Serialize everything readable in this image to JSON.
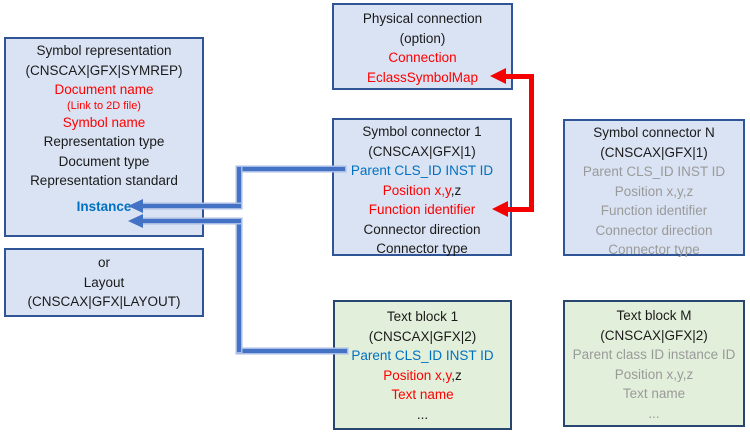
{
  "colors": {
    "red_text": "#FF0000",
    "blue_text": "#0070C0",
    "gray_text": "#9A9A9A",
    "black_text": "#1A1A1A",
    "blue_box_fill": "#DAE3F3",
    "blue_box_border": "#2F5597",
    "green_box_fill": "#E2EFDA",
    "green_box_border": "#28466F",
    "connector_blue": "#4472C4",
    "connector_red": "#F40000"
  },
  "boxes": {
    "symbol_representation": {
      "lines": [
        {
          "text": "Symbol representation",
          "color": "black"
        },
        {
          "text": "(CNSCAX|GFX|SYMREP)",
          "color": "black"
        },
        {
          "text": "Document name",
          "color": "red"
        },
        {
          "text": "(Link to 2D file)",
          "color": "red"
        },
        {
          "text": "Symbol name",
          "color": "red"
        },
        {
          "text": "Representation type",
          "color": "black"
        },
        {
          "text": "Document type",
          "color": "black"
        },
        {
          "text": "Representation standard",
          "color": "black"
        },
        {
          "text": "Instance",
          "color": "blue-bold"
        }
      ]
    },
    "layout": {
      "lines": [
        {
          "text": "or",
          "color": "black"
        },
        {
          "text": "Layout",
          "color": "black"
        },
        {
          "text": "(CNSCAX|GFX|LAYOUT)",
          "color": "black"
        }
      ]
    },
    "physical_connection": {
      "lines": [
        {
          "text": "Physical connection",
          "color": "black"
        },
        {
          "text": "(option)",
          "color": "black"
        },
        {
          "text": "Connection",
          "color": "red"
        },
        {
          "text": "EclassSymbolMap",
          "color": "red"
        }
      ]
    },
    "symbol_connector_1": {
      "lines": [
        {
          "text": "Symbol connector 1",
          "color": "black"
        },
        {
          "text": "(CNSCAX|GFX|1)",
          "color": "black"
        },
        {
          "text": "Parent CLS_ID INST ID",
          "color": "blue"
        },
        {
          "parts": [
            {
              "text": "Position x,y",
              "color": "red"
            },
            {
              "text": ",z",
              "color": "black"
            }
          ]
        },
        {
          "text": "Function identifier",
          "color": "red"
        },
        {
          "text": "Connector direction",
          "color": "black"
        },
        {
          "text": "Connector type",
          "color": "black"
        }
      ]
    },
    "symbol_connector_n": {
      "lines": [
        {
          "text": "Symbol connector N",
          "color": "black"
        },
        {
          "text": "(CNSCAX|GFX|1)",
          "color": "black"
        },
        {
          "text": "Parent CLS_ID INST ID",
          "color": "gray"
        },
        {
          "text": "Position x,y,z",
          "color": "gray"
        },
        {
          "text": "Function identifier",
          "color": "gray"
        },
        {
          "text": "Connector direction",
          "color": "gray"
        },
        {
          "text": "Connector type",
          "color": "gray"
        }
      ]
    },
    "text_block_1": {
      "lines": [
        {
          "text": "Text block 1",
          "color": "black"
        },
        {
          "text": "(CNSCAX|GFX|2)",
          "color": "black"
        },
        {
          "text": "Parent CLS_ID INST ID",
          "color": "blue"
        },
        {
          "parts": [
            {
              "text": "Position x,y",
              "color": "red"
            },
            {
              "text": ",z",
              "color": "black"
            }
          ]
        },
        {
          "text": "Text name",
          "color": "red"
        },
        {
          "text": "...",
          "color": "black"
        }
      ]
    },
    "text_block_m": {
      "lines": [
        {
          "text": "Text block M",
          "color": "black"
        },
        {
          "text": "(CNSCAX|GFX|2)",
          "color": "black"
        },
        {
          "text": "Parent class ID instance ID",
          "color": "gray"
        },
        {
          "text": "Position x,y,z",
          "color": "gray"
        },
        {
          "text": "Text name",
          "color": "gray"
        },
        {
          "text": "...",
          "color": "gray"
        }
      ]
    }
  },
  "connectors": [
    {
      "name": "symbol-connector-1-parent-to-instance",
      "color": "#4472C4",
      "from": "Symbol connector 1 / Parent CLS_ID INST ID",
      "to": "Symbol representation / Instance",
      "heads": 1
    },
    {
      "name": "text-block-1-parent-to-instance",
      "color": "#4472C4",
      "from": "Text block 1 / Parent CLS_ID INST ID",
      "to": "Symbol representation / Instance",
      "heads": 1
    },
    {
      "name": "function-identifier-to-eclasssymbolmap",
      "color": "#F40000",
      "from": "Symbol connector 1 / Function identifier",
      "to": "Physical connection / EclassSymbolMap",
      "heads": 2
    }
  ]
}
